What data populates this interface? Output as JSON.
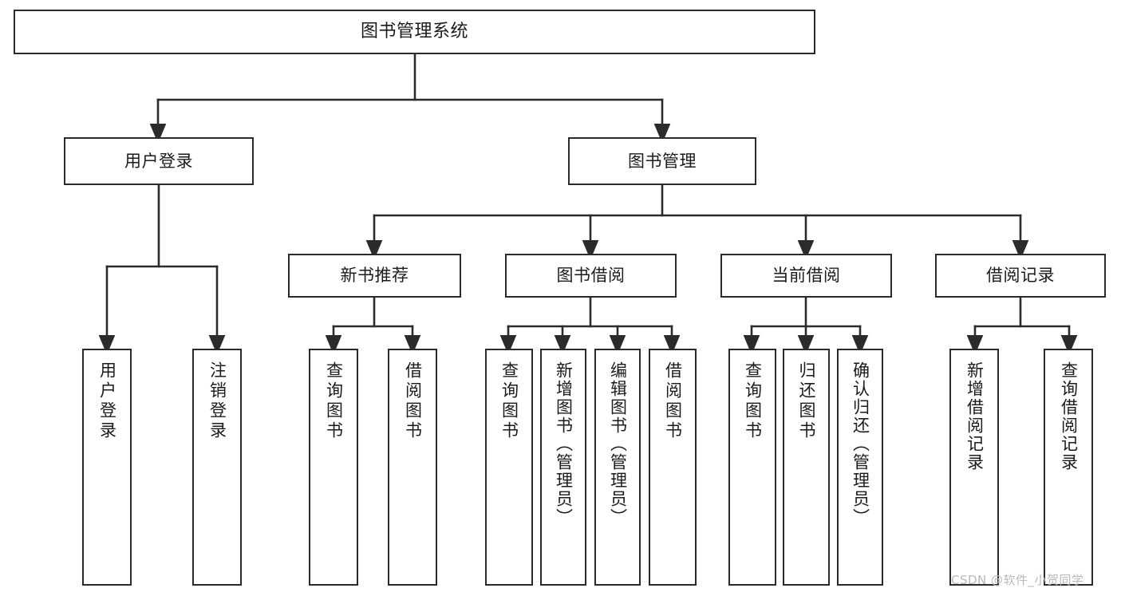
{
  "diagram": {
    "title": "图书管理系统",
    "type": "tree-hierarchy-chart",
    "watermark": "CSDN @软件_小贺同学",
    "colors": {
      "stroke": "#2b2b2b",
      "fill": "#ffffff",
      "text": "#1b1b1b",
      "watermark": "#b9b9b9"
    },
    "root": {
      "label": "图书管理系统"
    },
    "level2": [
      {
        "id": "user-login",
        "label": "用户登录"
      },
      {
        "id": "book-manage",
        "label": "图书管理"
      }
    ],
    "level3": [
      {
        "id": "new-book-recommend",
        "label": "新书推荐"
      },
      {
        "id": "book-borrow",
        "label": "图书借阅"
      },
      {
        "id": "current-borrow",
        "label": "当前借阅"
      },
      {
        "id": "borrow-record",
        "label": "借阅记录"
      }
    ],
    "leaves": {
      "user_login": [
        {
          "id": "leaf-user-login",
          "label": "用户登录"
        },
        {
          "id": "leaf-user-logout",
          "label": "注销登录"
        }
      ],
      "new_book_recommend": [
        {
          "id": "leaf-query-book-1",
          "label": "查询图书"
        },
        {
          "id": "leaf-borrow-book-1",
          "label": "借阅图书"
        }
      ],
      "book_borrow": [
        {
          "id": "leaf-query-book-2",
          "label": "查询图书"
        },
        {
          "id": "leaf-add-book",
          "label": "新增图书（管理员）"
        },
        {
          "id": "leaf-edit-book",
          "label": "编辑图书（管理员）"
        },
        {
          "id": "leaf-borrow-book-2",
          "label": "借阅图书"
        }
      ],
      "current_borrow": [
        {
          "id": "leaf-query-book-3",
          "label": "查询图书"
        },
        {
          "id": "leaf-return-book",
          "label": "归还图书"
        },
        {
          "id": "leaf-confirm-return",
          "label": "确认归还（管理员）"
        }
      ],
      "borrow_record": [
        {
          "id": "leaf-add-record",
          "label": "新增借阅记录"
        },
        {
          "id": "leaf-query-record",
          "label": "查询借阅记录"
        }
      ]
    }
  }
}
